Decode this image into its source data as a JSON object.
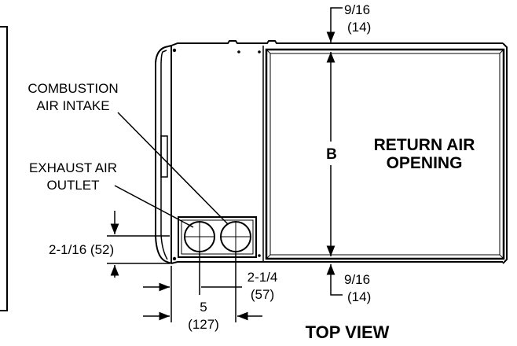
{
  "diagram": {
    "view_title": "TOP VIEW",
    "return_air_label_line1": "RETURN AIR",
    "return_air_label_line2": "OPENING",
    "dimension_b_label": "B",
    "combustion_air_label_line1": "COMBUSTION",
    "combustion_air_label_line2": "AIR INTAKE",
    "exhaust_air_label_line1": "EXHAUST AIR",
    "exhaust_air_label_line2": "OUTLET",
    "dim_top_line1": "9/16",
    "dim_top_line2": "(14)",
    "dim_bottom_line1": "9/16",
    "dim_bottom_line2": "(14)",
    "dim_pipe_height": "2-1/16 (52)",
    "dim_pipe_spacing_line1": "2-1/4",
    "dim_pipe_spacing_line2": "(57)",
    "dim_edge_to_pipe_line1": "5",
    "dim_edge_to_pipe_line2": "(127)"
  }
}
